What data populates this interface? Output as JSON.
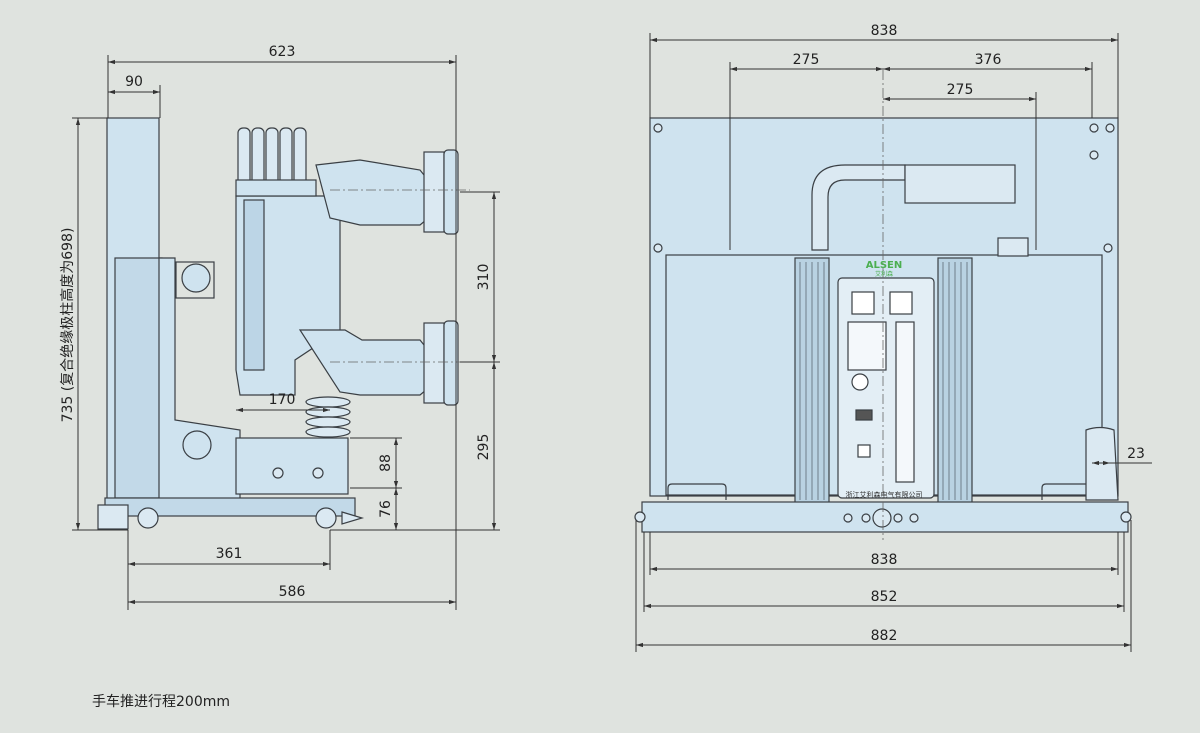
{
  "footnote": "手车推进行程200mm",
  "side_view": {
    "dim_623": "623",
    "dim_90": "90",
    "dim_735": "735 (复合绝缘极柱高度为698)",
    "dim_310": "310",
    "dim_170": "170",
    "dim_295": "295",
    "dim_88": "88",
    "dim_76": "76",
    "dim_361": "361",
    "dim_586": "586"
  },
  "front_view": {
    "dim_838_top": "838",
    "dim_275_left": "275",
    "dim_376": "376",
    "dim_275_inner": "275",
    "dim_23": "23",
    "dim_838_bottom": "838",
    "dim_852": "852",
    "dim_882": "882",
    "brand": "ALSEN",
    "brand_sub": "艾利森",
    "company": "浙江艾利森电气有限公司"
  },
  "colors": {
    "body": "#cfe3ef",
    "body_dark": "#b9d2e2",
    "line": "#3a3f44",
    "background": "#dfe3df",
    "brand_green": "#4caf50"
  }
}
